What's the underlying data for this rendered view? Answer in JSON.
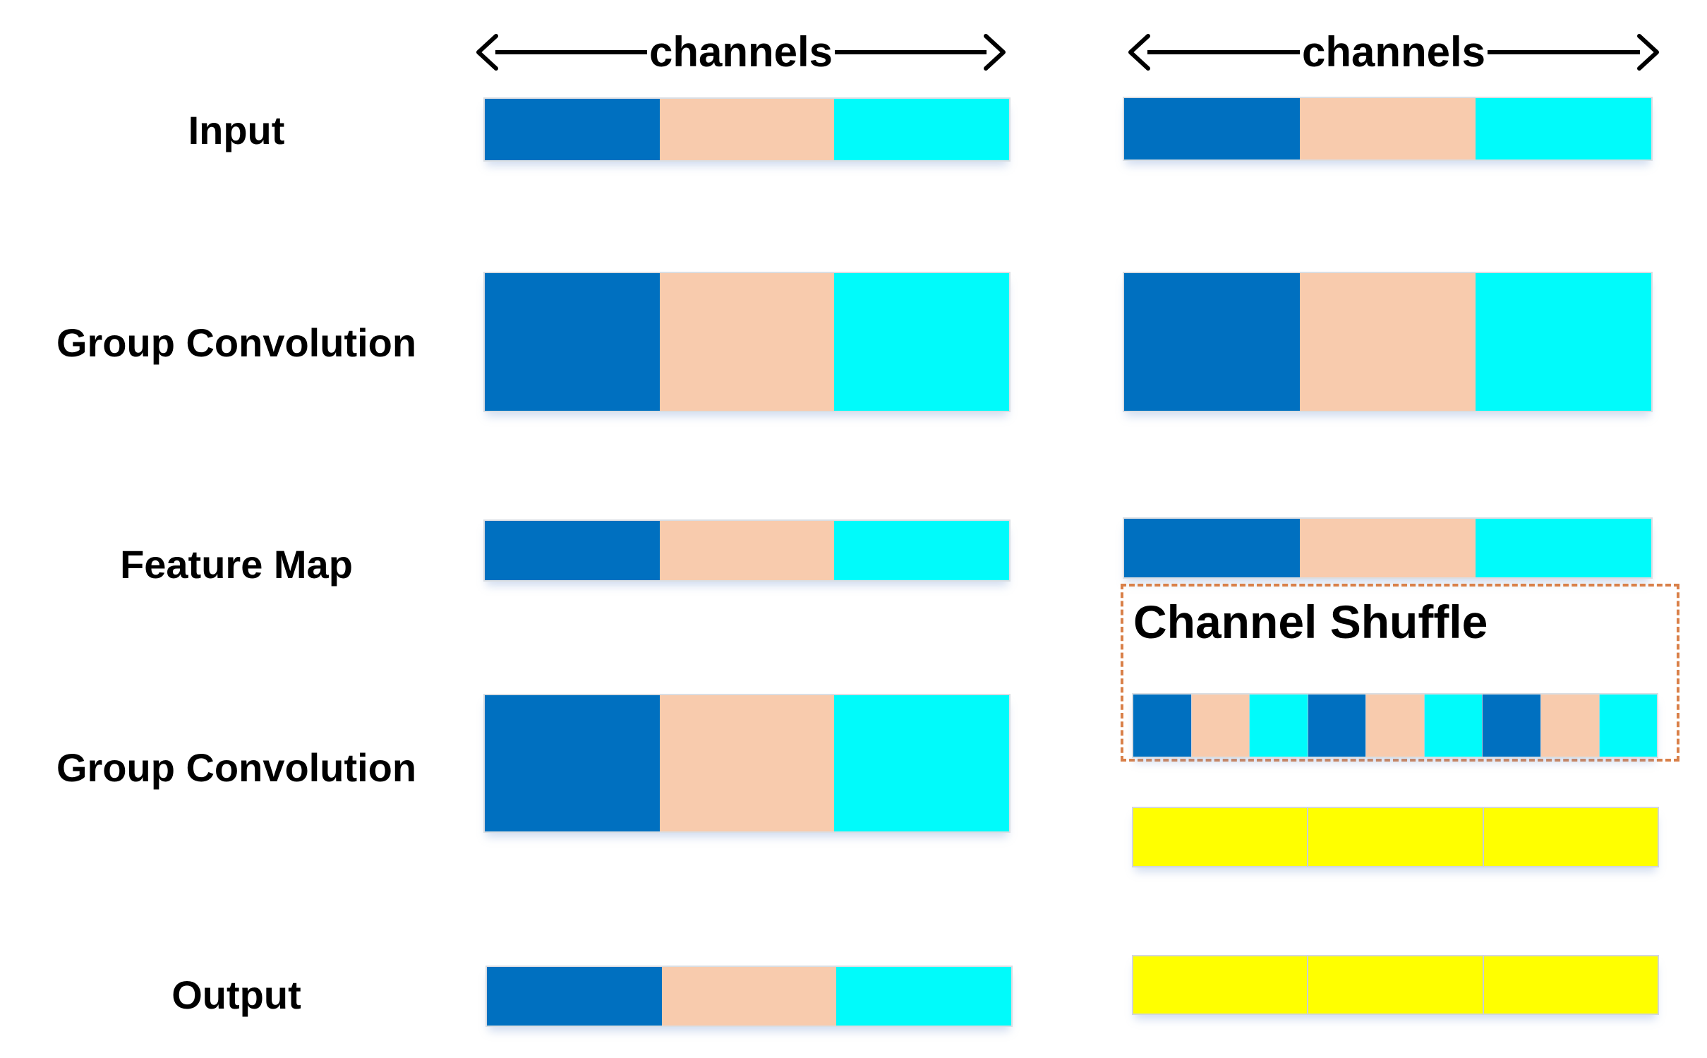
{
  "arrows": {
    "left_label": "channels",
    "right_label": "channels"
  },
  "labels": {
    "input": "Input",
    "group_conv_1": "Group Convolution",
    "feature_map": "Feature Map",
    "group_conv_2": "Group Convolution",
    "output": "Output",
    "channel_shuffle": "Channel Shuffle"
  },
  "colors": {
    "blue": "#0070C0",
    "peach": "#F8CBAD",
    "cyan": "#00FBFB",
    "yellow": "#FFFF00",
    "shuffle_box_border": "#D98049",
    "text": "#000000",
    "arrow": "#000000"
  },
  "left_diagram": {
    "input": [
      "blue",
      "peach",
      "cyan"
    ],
    "group_conv_1": [
      "blue",
      "peach",
      "cyan"
    ],
    "feature_map": [
      "blue",
      "peach",
      "cyan"
    ],
    "group_conv_2": [
      "blue",
      "peach",
      "cyan"
    ],
    "output": [
      "blue",
      "peach",
      "cyan"
    ]
  },
  "right_diagram": {
    "input": [
      "blue",
      "peach",
      "cyan"
    ],
    "group_conv_1": [
      "blue",
      "peach",
      "cyan"
    ],
    "feature_map": [
      "blue",
      "peach",
      "cyan"
    ],
    "shuffled": [
      "blue",
      "peach",
      "cyan",
      "blue",
      "peach",
      "cyan",
      "blue",
      "peach",
      "cyan"
    ],
    "after_shuffle": [
      "yellow",
      "yellow",
      "yellow"
    ],
    "output": [
      "yellow",
      "yellow",
      "yellow"
    ]
  }
}
